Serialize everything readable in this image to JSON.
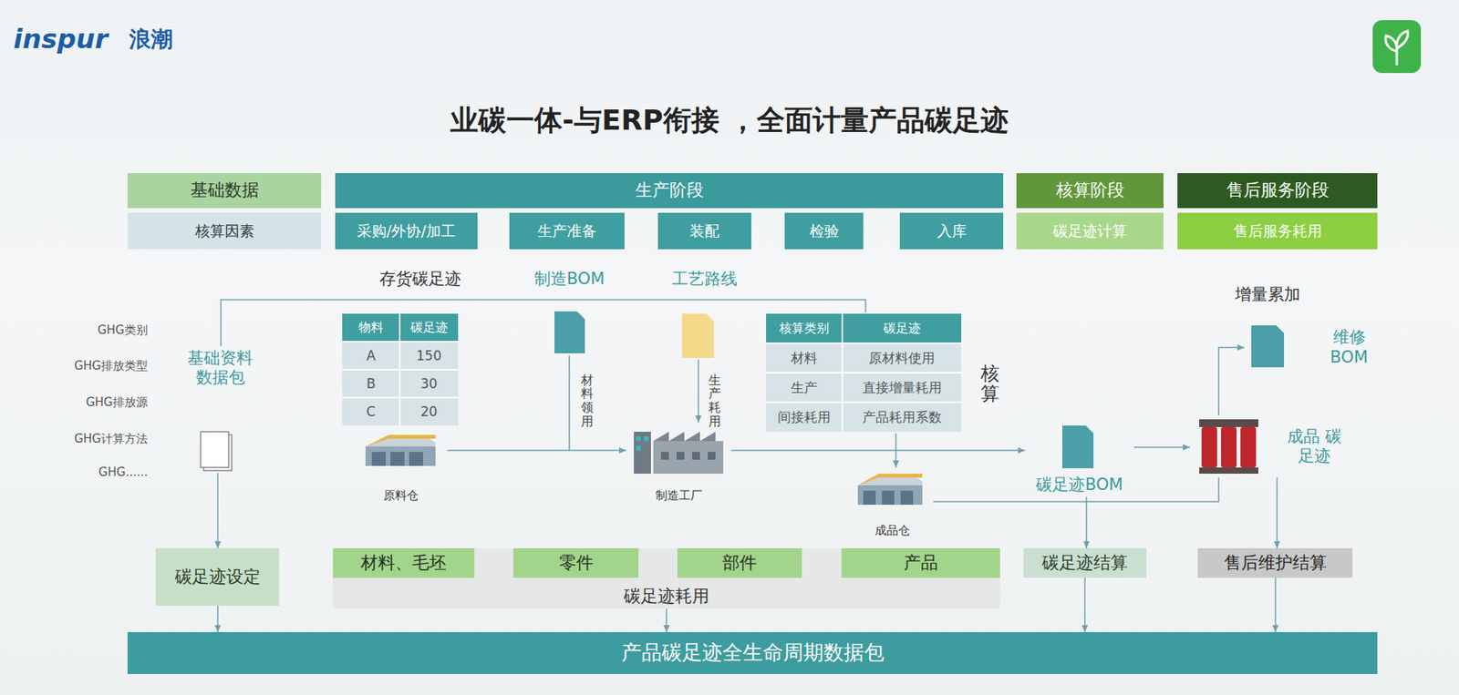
{
  "diagram": {
    "title": "业碳一体-与ERP衔接 ，全面计量产品碳足迹",
    "nodes": [
      {
        "text": [
          "基础数据"
        ]
      },
      {
        "text": [
          "生产阶段"
        ]
      },
      {
        "text": [
          "核算阶段"
        ]
      },
      {
        "text": [
          "售后服务阶段"
        ]
      },
      {
        "text": [
          "核算因素"
        ]
      },
      {
        "text": [
          "采购/外协/加工"
        ]
      },
      {
        "text": [
          "生产准备"
        ]
      },
      {
        "text": [
          "装配"
        ]
      },
      {
        "text": [
          "检验"
        ]
      },
      {
        "text": [
          "入库"
        ]
      },
      {
        "text": [
          "碳足迹计算"
        ]
      },
      {
        "text": [
          "售后服务耗用"
        ]
      },
      {
        "text": [
          "基础资料 数据包"
        ]
      },
      {
        "text": [
          "原料仓"
        ]
      },
      {
        "text": [
          "制造工厂"
        ]
      },
      {
        "text": [
          "成品仓"
        ]
      },
      {
        "text": [
          "碳足迹BOM"
        ]
      },
      {
        "text": [
          "成品 碳足迹"
        ]
      },
      {
        "text": [
          "维修 BOM"
        ]
      },
      {
        "text": [
          "碳足迹设定"
        ]
      },
      {
        "text": [
          "碳足迹耗用"
        ]
      },
      {
        "text": [
          "材料、毛坯"
        ],
        "in": 20
      },
      {
        "text": [
          "零件"
        ],
        "in": 20
      },
      {
        "text": [
          "部件"
        ],
        "in": 20
      },
      {
        "text": [
          "产品"
        ],
        "in": 20
      },
      {
        "text": [
          "碳足迹结算"
        ]
      },
      {
        "text": [
          "售后维护结算"
        ]
      },
      {
        "text": [
          "产品碳足迹全生命周期数据包"
        ]
      }
    ],
    "edges": [
      {
        "from": 12,
        "to": 19,
        "arrow": "to"
      },
      {
        "from": 13,
        "to": 14,
        "arrow": "to"
      },
      {
        "from": 14,
        "to": 16,
        "arrow": "to"
      },
      {
        "from": 16,
        "to": 17,
        "arrow": "to"
      },
      {
        "from": 15,
        "to": 17,
        "arrow": "none"
      },
      {
        "from": 17,
        "to": 18,
        "arrow": "to"
      },
      {
        "from": 16,
        "to": 25,
        "arrow": "to"
      },
      {
        "from": 17,
        "to": 26,
        "arrow": "to"
      },
      {
        "from": 19,
        "to": 27,
        "arrow": "to"
      },
      {
        "from": 20,
        "to": 27,
        "arrow": "to"
      },
      {
        "from": 25,
        "to": 27,
        "arrow": "to"
      },
      {
        "from": 26,
        "to": 27,
        "arrow": "to"
      }
    ],
    "labels": [
      "inspur",
      "浪潮",
      "存货碳足迹",
      "制造BOM",
      "工艺路线",
      "增量累加",
      "GHG类别",
      "GHG排放类型",
      "GHG排放源",
      "GHG计算方法",
      "GHG......",
      "物料",
      "碳足迹",
      "A",
      "150",
      "B",
      "30",
      "C",
      "20",
      "核算类别",
      "碳足迹",
      "材料",
      "原材料使用",
      "生产",
      "直接增量耗用",
      "间接耗用",
      "产品耗用系数",
      "材料领用",
      "生产耗用",
      "核算"
    ]
  }
}
